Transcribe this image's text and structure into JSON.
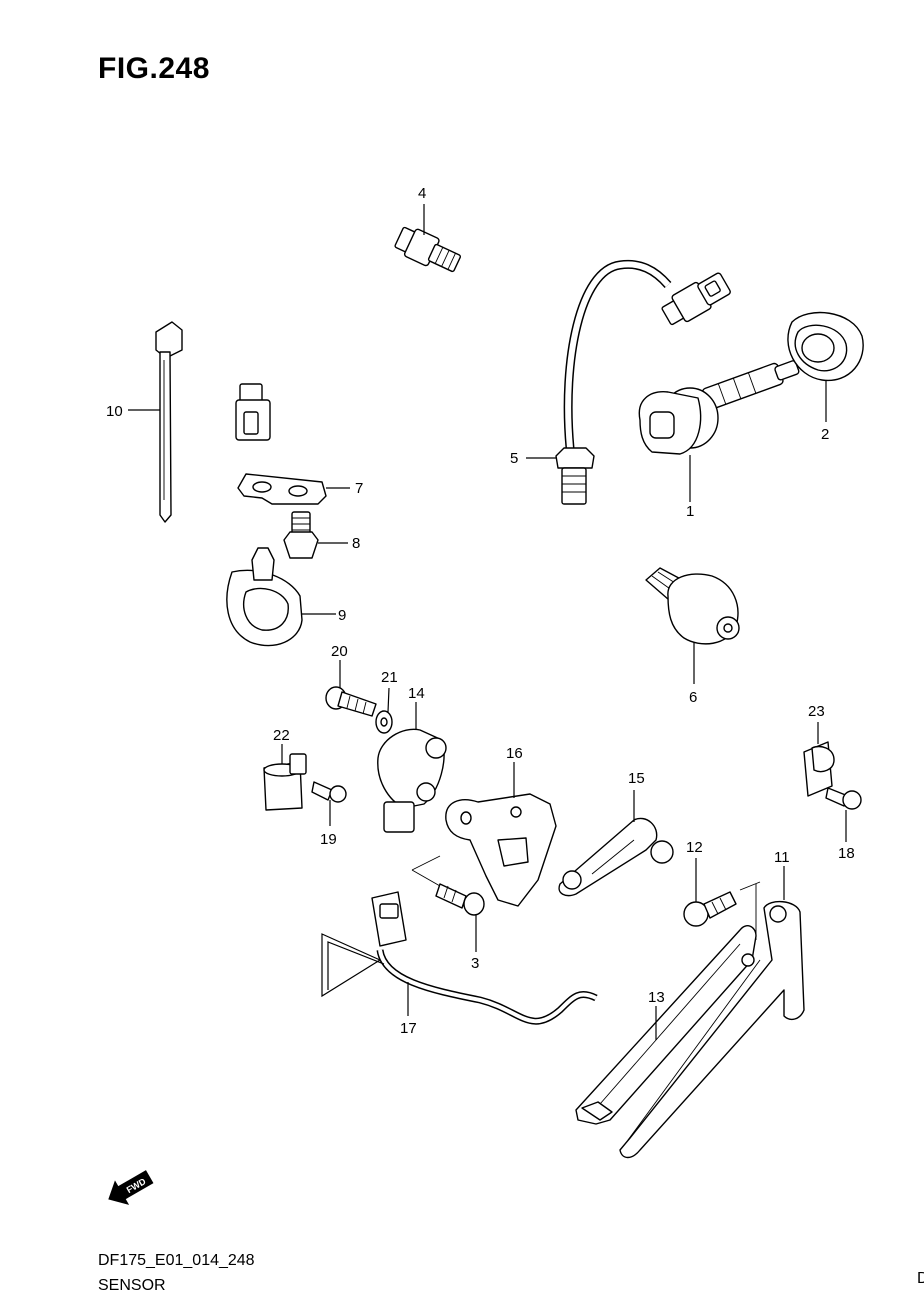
{
  "figure": {
    "title": "FIG.248",
    "code": "DF175_E01_014_248",
    "name": "SENSOR",
    "corner_mark": "D"
  },
  "fwd_badge": {
    "text": "FWD"
  },
  "callouts": [
    "1",
    "2",
    "3",
    "4",
    "5",
    "6",
    "7",
    "8",
    "9",
    "10",
    "11",
    "12",
    "13",
    "14",
    "15",
    "16",
    "17",
    "18",
    "19",
    "20",
    "21",
    "22",
    "23"
  ]
}
